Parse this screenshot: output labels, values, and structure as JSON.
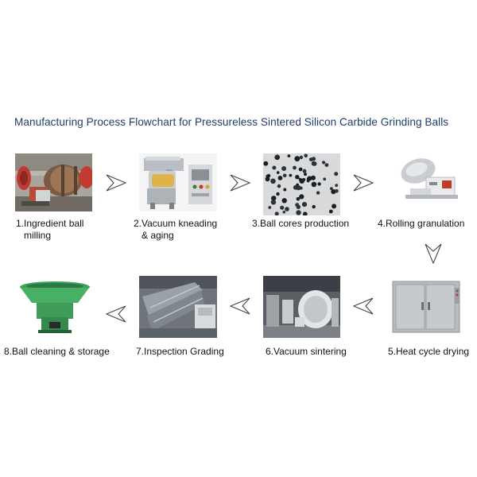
{
  "title": "Manufacturing Process Flowchart for Pressureless Sintered Silicon Carbide Grinding Balls",
  "steps": [
    {
      "label_line1": "1.Ingredient ball",
      "label_line2": "milling",
      "image": "ball-mill-photo"
    },
    {
      "label_line1": "2.Vacuum kneading",
      "label_line2": "& aging",
      "image": "vacuum-kneader-photo"
    },
    {
      "label_line1": "3.Ball cores production",
      "label_line2": "",
      "image": "ball-cores-photo"
    },
    {
      "label_line1": "4.Rolling granulation",
      "label_line2": "",
      "image": "rolling-granulator-photo"
    },
    {
      "label_line1": "5.Heat cycle drying",
      "label_line2": "",
      "image": "drying-oven-photo"
    },
    {
      "label_line1": "6.Vacuum sintering",
      "label_line2": "",
      "image": "sintering-furnace-photo"
    },
    {
      "label_line1": "7.Inspection Grading",
      "label_line2": "",
      "image": "grading-screen-photo"
    },
    {
      "label_line1": "8.Ball cleaning & storage",
      "label_line2": "",
      "image": "vibratory-cleaner-photo"
    }
  ],
  "arrows": [
    "right",
    "right",
    "right",
    "down",
    "left",
    "left",
    "left"
  ],
  "colors": {
    "title": "#1f3c68",
    "arrow": "#444444",
    "text": "#111111"
  }
}
